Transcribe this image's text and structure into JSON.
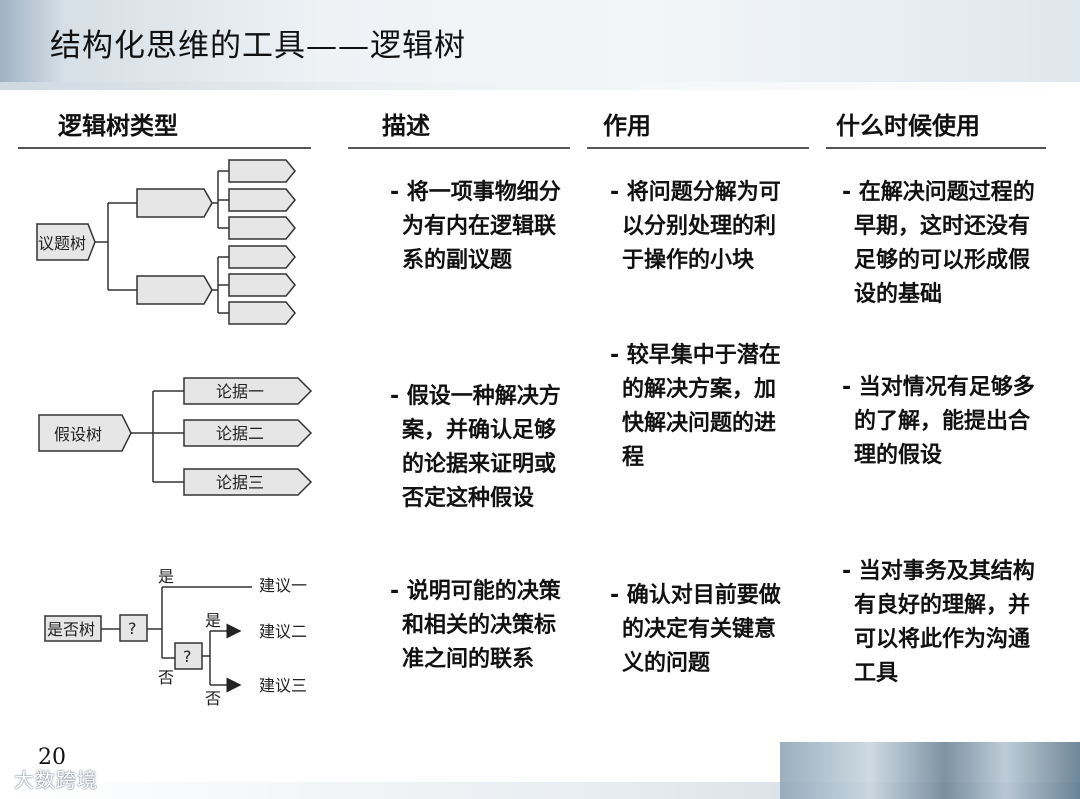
{
  "page": {
    "title": "结构化思维的工具——逻辑树",
    "page_number": "20",
    "watermark": "大数跨境"
  },
  "columns": {
    "type": "逻辑树类型",
    "description": "描述",
    "function": "作用",
    "when": "什么时候使用"
  },
  "rows": [
    {
      "diagram_label": "议题树",
      "description": [
        "- 将一项事物细分",
        "为有内在逻辑联",
        "系的副议题"
      ],
      "function": [
        "- 将问题分解为可",
        "以分别处理的利",
        "于操作的小块"
      ],
      "when": [
        "- 在解决问题过程的",
        "早期，这时还没有",
        "足够的可以形成假",
        "设的基础"
      ]
    },
    {
      "diagram_label": "假设树",
      "evidence": [
        "论据一",
        "论据二",
        "论据三"
      ],
      "description": [
        "- 假设一种解决方",
        "案，并确认足够",
        "的论据来证明或",
        "否定这种假设"
      ],
      "function": [
        "- 较早集中于潜在",
        "的解决方案，加",
        "快解决问题的进",
        "程"
      ],
      "when": [
        "- 当对情况有足够多",
        "的了解，能提出合",
        "理的假设"
      ]
    },
    {
      "diagram_label": "是否树",
      "question": "?",
      "yes": "是",
      "no": "否",
      "recommendations": [
        "建议一",
        "建议二",
        "建议三"
      ],
      "description": [
        "- 说明可能的决策",
        "和相关的决策标",
        "准之间的联系"
      ],
      "function": [
        "- 确认对目前要做",
        "的决定有关键意",
        "义的问题"
      ],
      "when": [
        "- 当对事务及其结构",
        "有良好的理解，并",
        "可以将此作为沟通",
        "工具"
      ]
    }
  ],
  "colors": {
    "box_fill": "#e6e6e6",
    "line": "#333333"
  }
}
